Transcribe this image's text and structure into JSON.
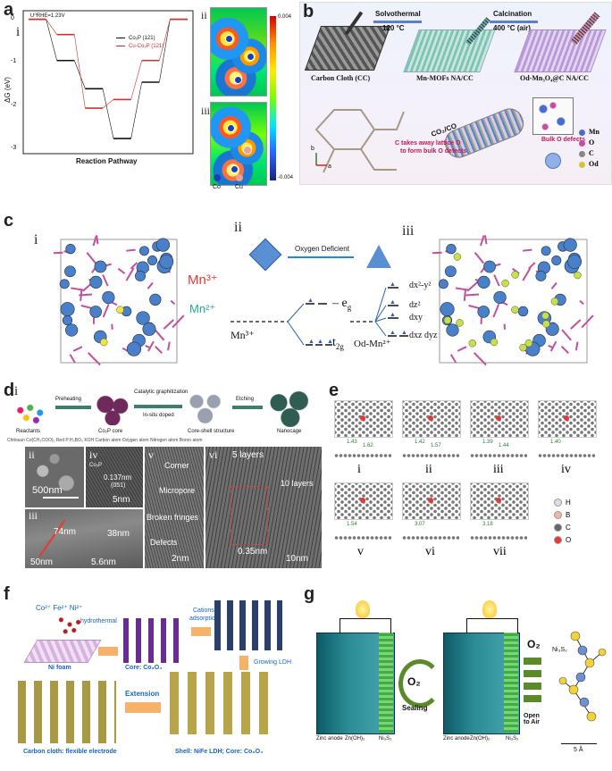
{
  "panels": {
    "a": {
      "letter": "a",
      "sub_i": "i",
      "sub_ii": "ii",
      "sub_iii": "iii",
      "chart_data": {
        "type": "line",
        "annotation": "U⁰RHE=1.23V",
        "ylabel": "ΔG (eV)",
        "xlabel": "Reaction Pathway",
        "yticks": [
          "0",
          "-1",
          "-2",
          "-3"
        ],
        "ylim": [
          -3.1,
          0.2
        ],
        "series": [
          {
            "name": "Co₂P (121)",
            "color": "#111111",
            "values": [
              0,
              -0.95,
              -1.6,
              -2.75,
              -1.45,
              0
            ]
          },
          {
            "name": "Cu-Co₂P (121)",
            "color": "#d32f2f",
            "values": [
              0,
              -0.35,
              -2.05,
              -1.85,
              -0.95,
              0
            ]
          }
        ]
      },
      "colorbar_max": "0.004",
      "colorbar_min": "-0.004",
      "legend_co": "Co",
      "legend_cu": "Cu"
    },
    "b": {
      "letter": "b",
      "step1_label": "Solvothermal",
      "step1_cond": "120 °C",
      "step2_label": "Calcination",
      "step2_cond": "400 °C (air)",
      "cc_label": "Carbon Cloth (CC)",
      "mof_label": "Mn-MOFs NA/CC",
      "od_label": "Od-Mn₃O₄@C NA/CC",
      "co2_label": "CO₂/CO",
      "c_takes": "C takes away lattice O",
      "to_form": "to form bulk O defects",
      "bulk_o": "Bulk O defects",
      "legend": [
        "Mn",
        "O",
        "C",
        "Od"
      ],
      "axis_b": "b",
      "axis_a": "a"
    },
    "c": {
      "letter": "c",
      "sub_i": "i",
      "sub_ii": "ii",
      "sub_iii": "iii",
      "mn3": "Mn³⁺",
      "mn2": "Mn²⁺",
      "oxygen_deficient": "Oxygen Deficient",
      "eg": "e",
      "eg_sub": "g",
      "t2g": "t",
      "t2g_sub": "2g",
      "mn3_left": "Mn³⁺",
      "od_mn2": "Od-Mn²⁺",
      "dx2y2": "dx²-y²",
      "dz2": "dz²",
      "dxy": "dxy",
      "dxzyz": "dxz dyz"
    },
    "d": {
      "letter": "d",
      "sub_i": "i",
      "preheating": "Preheating",
      "catalytic": "Catalytic graphitization",
      "insitu": "In-situ doped",
      "etching": "Etching",
      "reactants": "Reactants",
      "co2p_core": "Co₂P core",
      "coreshell": "Core-shell structure",
      "nanocage": "Nanocage",
      "legend_line": "Chitosan  Co(CH₃COO)₂  Red P  H₃BO₃  KOH  Carbon atom  Oxygen atom  Nitrogen atom  Boron atom",
      "sub_ii": "ii",
      "sub_iii": "iii",
      "sub_iv": "iv",
      "sub_v": "v",
      "sub_vi": "vi",
      "scale_500": "500nm",
      "scale_5": "5nm",
      "co2p_tem": "Co₂P",
      "d_spacing": "0.137nm",
      "plane": "(051)",
      "d74": "74nm",
      "d38": "38nm",
      "d56": "5.6nm",
      "scale_50": "50nm",
      "corner": "Corner",
      "micropore": "Micropore",
      "broken": "Broken fringes",
      "defects": "Defects",
      "scale_2": "2nm",
      "layers5": "5 layers",
      "layers10": "10 layers",
      "d035": "0.35nm",
      "scale_10": "10nm"
    },
    "e": {
      "letter": "e",
      "labels": [
        "i",
        "ii",
        "iii",
        "iv",
        "v",
        "vi",
        "vii"
      ],
      "bond_values": [
        "1.43",
        "1.62",
        "1.42",
        "1.57",
        "1.39",
        "1.44",
        "1.40",
        "1.54",
        "3.07",
        "3.18"
      ],
      "legend": [
        "H",
        "B",
        "C",
        "O"
      ]
    },
    "f": {
      "letter": "f",
      "ions": "Co²⁺   Fe²⁺   Ni²⁺",
      "hydrothermal": "hydrothermal",
      "cations": "Cations",
      "adsorption": "adsorption",
      "nifoam": "Ni foam",
      "core": "Core: Co₃O₄",
      "growing": "Growing LDH",
      "extension": "Extension",
      "carbon_cloth": "Carbon cloth: flexible electrode",
      "shell": "Shell:  NiFe LDH; Core: Co₃O₄"
    },
    "g": {
      "letter": "g",
      "o2_a": "O₂",
      "sealing": "Sealing",
      "o2_b": "O₂",
      "open_air": "Open to Air",
      "zinc_anode1": "Zinc anode",
      "zn_oh": "Zn(OH)₂",
      "ni3s2_a": "Ni₃S₂",
      "zinc_anode2": "Zinc anode",
      "zn_oh2": "Zn(OH)₂",
      "ni3s2_b": "Ni₃S₂",
      "ni3s2_struct": "Ni₃S₂",
      "scale": "5 Å"
    }
  }
}
